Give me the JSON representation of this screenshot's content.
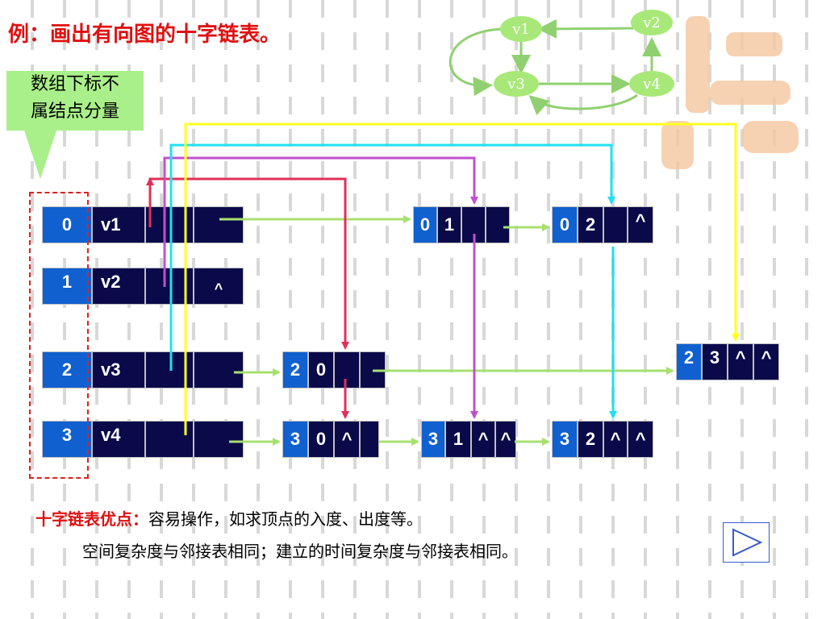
{
  "title": "例：画出有向图的十字链表。",
  "note": {
    "line1": "数组下标不",
    "line2": "属结点分量"
  },
  "graph": {
    "nodes": [
      {
        "id": "v1",
        "label": "v1"
      },
      {
        "id": "v2",
        "label": "v2"
      },
      {
        "id": "v3",
        "label": "v3"
      },
      {
        "id": "v4",
        "label": "v4"
      }
    ]
  },
  "vertex_table": [
    {
      "index": "0",
      "name": "v1",
      "in": "",
      "out": ""
    },
    {
      "index": "1",
      "name": "v2",
      "in": "",
      "out": "^"
    },
    {
      "index": "2",
      "name": "v3",
      "in": "",
      "out": ""
    },
    {
      "index": "3",
      "name": "v4",
      "in": "",
      "out": ""
    }
  ],
  "arc_nodes": [
    {
      "id": "a01",
      "tail": "0",
      "head": "1",
      "hlink": "",
      "tlink": ""
    },
    {
      "id": "a02",
      "tail": "0",
      "head": "2",
      "hlink": "",
      "tlink": "^"
    },
    {
      "id": "a23",
      "tail": "2",
      "head": "3",
      "hlink": "^",
      "tlink": "^"
    },
    {
      "id": "a20",
      "tail": "2",
      "head": "0",
      "hlink": "",
      "tlink": ""
    },
    {
      "id": "a30",
      "tail": "3",
      "head": "0",
      "hlink": "^",
      "tlink": ""
    },
    {
      "id": "a31",
      "tail": "3",
      "head": "1",
      "hlink": "^",
      "tlink": "^"
    },
    {
      "id": "a32",
      "tail": "3",
      "head": "2",
      "hlink": "^",
      "tlink": "^"
    }
  ],
  "advantage": {
    "label": "十字链表优点：",
    "text1": "容易操作，如求顶点的入度、出度等。",
    "text2": "空间复杂度与邻接表相同；建立的时间复杂度与邻接表相同。"
  },
  "colors": {
    "cell": "#0a0a4a",
    "cell_blue": "#1060d0",
    "green_arrow": "#a8e070",
    "red_arrow": "#e0305a",
    "magenta_arrow": "#c050d0",
    "cyan_arrow": "#20e0f0",
    "yellow_arrow": "#ffff20",
    "note_bg": "#aaf08a",
    "title": "#e01010"
  },
  "icons": {
    "next": "play-triangle-icon"
  }
}
